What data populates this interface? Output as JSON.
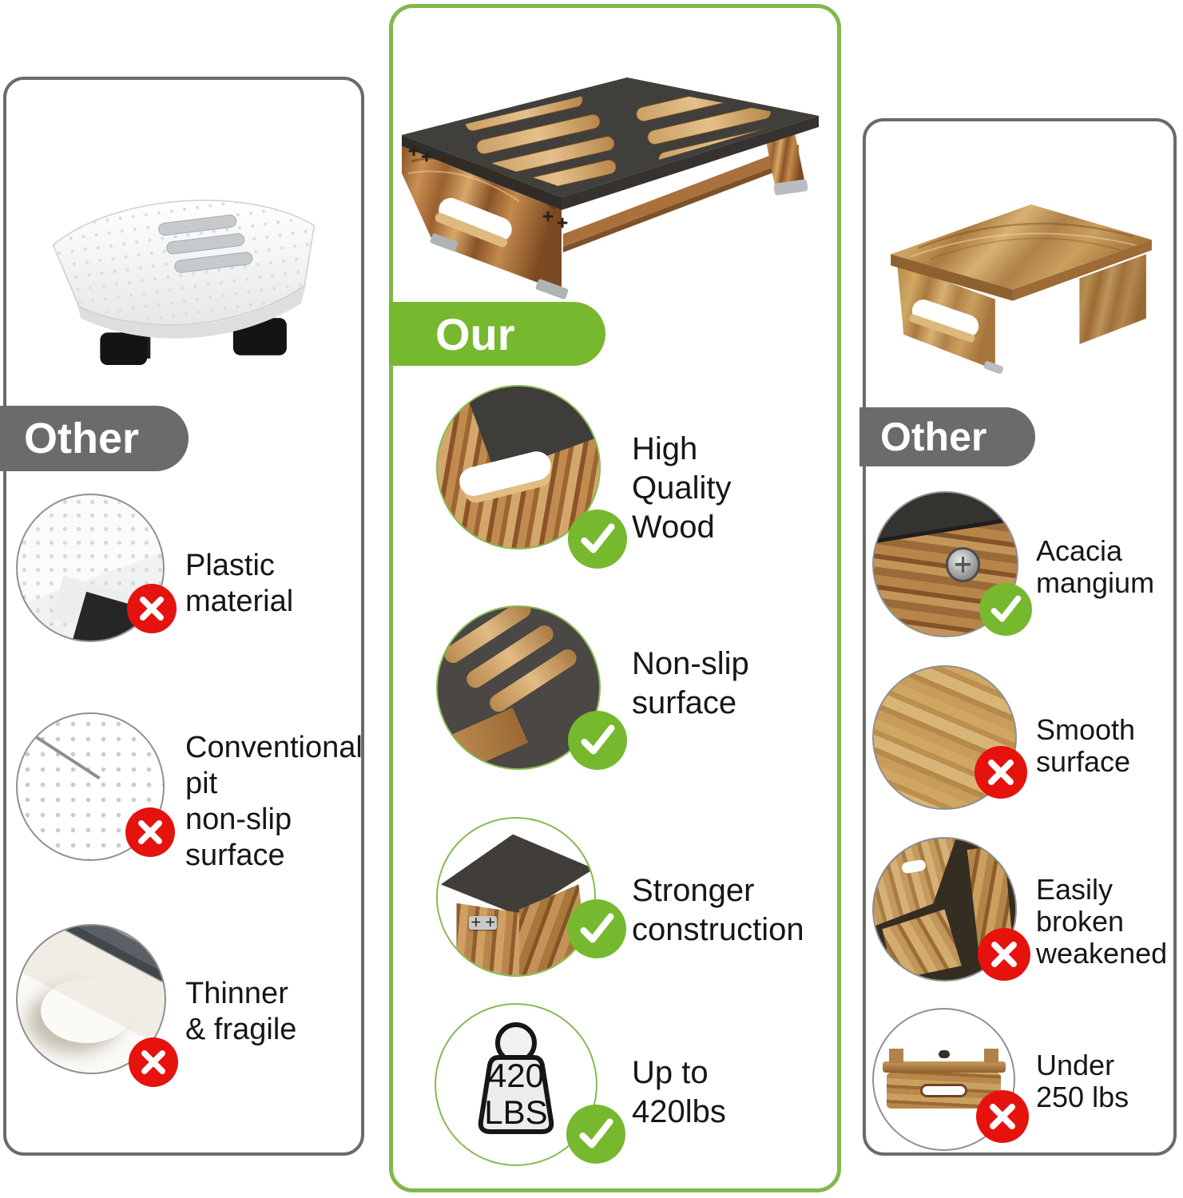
{
  "colors": {
    "green_accent": "#76b82e",
    "green_border": "#82b84c",
    "gray_badge": "#6b6b6b",
    "gray_border": "#6a6a6a",
    "red_cross": "#e6120e",
    "text": "#161616",
    "background": "#ffffff"
  },
  "panels": {
    "left": {
      "badge_label": "Other",
      "product_photo": "white-plastic-footrest",
      "features": [
        {
          "label": "Plastic\nmaterial",
          "verdict": "no",
          "photo": "plastic-corner-closeup"
        },
        {
          "label": "Conventional\npit\nnon-slip\nsurface",
          "verdict": "no",
          "photo": "pit-surface-closeup"
        },
        {
          "label": "Thinner\n& fragile",
          "verdict": "no",
          "photo": "thin-edge-closeup"
        }
      ]
    },
    "middle": {
      "badge_label": "Our",
      "product_photo": "wood-footrest-nonslip-top",
      "features": [
        {
          "label": "High\nQuality\nWood",
          "verdict": "yes",
          "photo": "wood-handle-closeup"
        },
        {
          "label": "Non-slip\nsurface",
          "verdict": "yes",
          "photo": "nonslip-top-closeup"
        },
        {
          "label": "Stronger\nconstruction",
          "verdict": "yes",
          "photo": "corner-construction-closeup"
        },
        {
          "label": "Up to\n420lbs",
          "verdict": "yes",
          "photo": "weight-icon",
          "weight_icon_label": "420\nLBS"
        }
      ]
    },
    "right": {
      "badge_label": "Other",
      "product_photo": "plain-wood-footrest",
      "features": [
        {
          "label": "Acacia\nmangium",
          "verdict": "yes",
          "photo": "screw-joint-closeup"
        },
        {
          "label": "Smooth\nsurface",
          "verdict": "no",
          "photo": "smooth-wood-closeup"
        },
        {
          "label": "Easily\nbroken\nweakened",
          "verdict": "no",
          "photo": "broken-parts-closeup"
        },
        {
          "label": "Under\n250 lbs",
          "verdict": "no",
          "photo": "underside-closeup"
        }
      ]
    }
  }
}
